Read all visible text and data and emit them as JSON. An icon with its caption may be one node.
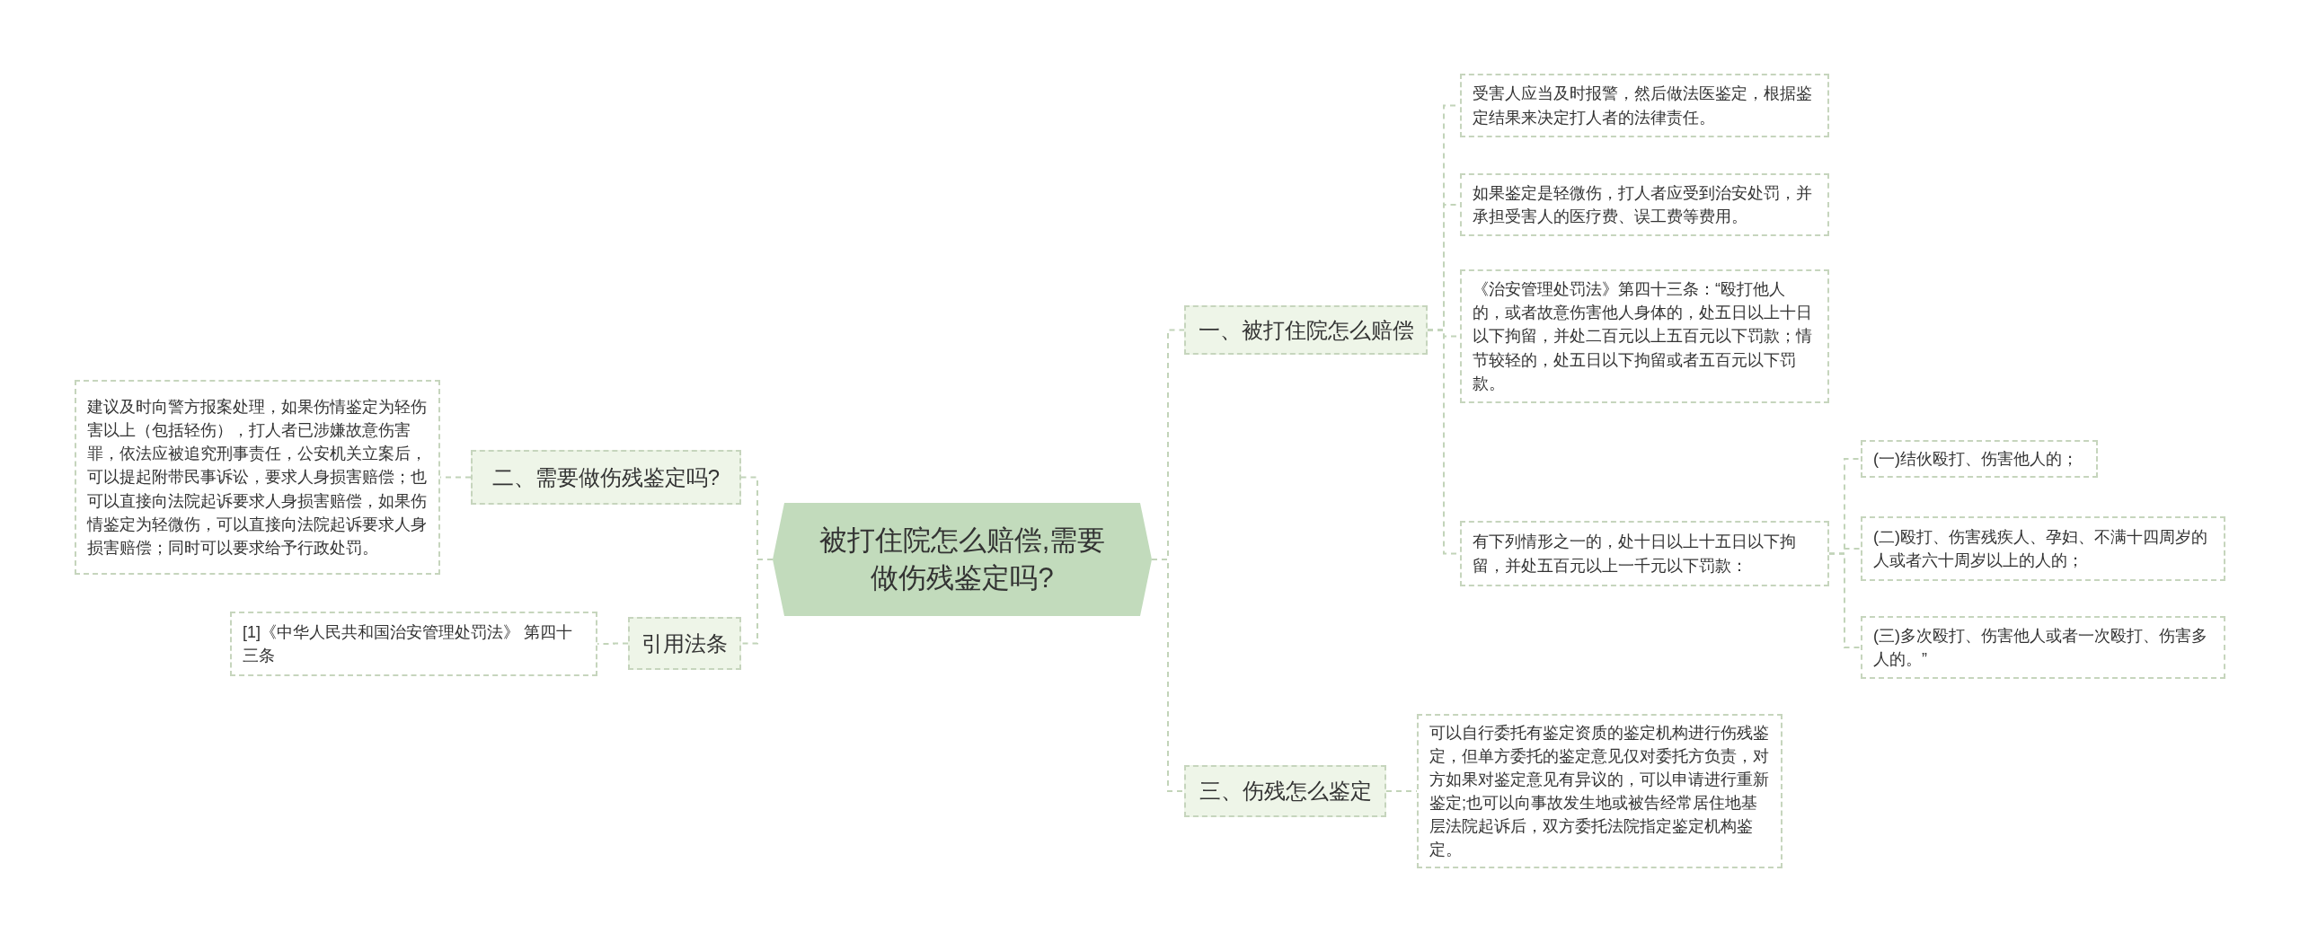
{
  "diagram": {
    "nodes": [
      {
        "text": [
          "被打住院怎么赔偿,需要做伤残鉴定吗?"
        ]
      },
      {
        "text": [
          "一、被打住院怎么赔偿"
        ]
      },
      {
        "text": [
          "受害人应当及时报警，然后做法医鉴定，根据鉴定结果来决定打人者的法律责任。"
        ]
      },
      {
        "text": [
          "如果鉴定是轻微伤，打人者应受到治安处罚，并承担受害人的医疗费、误工费等费用。"
        ]
      },
      {
        "text": [
          "《治安管理处罚法》第四十三条：“殴打他人的，或者故意伤害他人身体的，处五日以上十日以下拘留，并处二百元以上五百元以下罚款；情节较轻的，处五日以下拘留或者五百元以下罚款。"
        ]
      },
      {
        "text": [
          "有下列情形之一的，处十日以上十五日以下拘留，并处五百元以上一千元以下罚款："
        ]
      },
      {
        "text": [
          "(一)结伙殴打、伤害他人的；"
        ]
      },
      {
        "text": [
          "(二)殴打、伤害残疾人、孕妇、不满十四周岁的人或者六十周岁以上的人的；"
        ]
      },
      {
        "text": [
          "(三)多次殴打、伤害他人或者一次殴打、伤害多人的。”"
        ]
      },
      {
        "text": [
          "三、伤残怎么鉴定"
        ]
      },
      {
        "text": [
          "可以自行委托有鉴定资质的鉴定机构进行伤残鉴定，但单方委托的鉴定意见仅对委托方负责，对方如果对鉴定意见有异议的，可以申请进行重新鉴定;也可以向事故发生地或被告经常居住地基层法院起诉后，双方委托法院指定鉴定机构鉴定。"
        ]
      },
      {
        "text": [
          "二、需要做伤残鉴定吗?"
        ]
      },
      {
        "text": [
          "建议及时向警方报案处理，如果伤情鉴定为轻伤害以上（包括轻伤），打人者已涉嫌故意伤害罪，依法应被追究刑事责任，公安机关立案后，可以提起附带民事诉讼，要求人身损害赔偿；也可以直接向法院起诉要求人身损害赔偿，如果伤情鉴定为轻微伤，可以直接向法院起诉要求人身损害赔偿；同时可以要求给予行政处罚。"
        ]
      },
      {
        "text": [
          "引用法条"
        ]
      },
      {
        "text": [
          "[1]《中华人民共和国治安管理处罚法》 第四十三条"
        ]
      }
    ],
    "edges": [
      {
        "from": 0,
        "to": 1,
        "arrow": "none"
      },
      {
        "from": 1,
        "to": 2,
        "arrow": "none"
      },
      {
        "from": 1,
        "to": 3,
        "arrow": "none"
      },
      {
        "from": 1,
        "to": 4,
        "arrow": "none"
      },
      {
        "from": 1,
        "to": 5,
        "arrow": "none"
      },
      {
        "from": 5,
        "to": 6,
        "arrow": "none"
      },
      {
        "from": 5,
        "to": 7,
        "arrow": "none"
      },
      {
        "from": 5,
        "to": 8,
        "arrow": "none"
      },
      {
        "from": 0,
        "to": 9,
        "arrow": "none"
      },
      {
        "from": 9,
        "to": 10,
        "arrow": "none"
      },
      {
        "from": 0,
        "to": 11,
        "arrow": "none"
      },
      {
        "from": 11,
        "to": 12,
        "arrow": "none"
      },
      {
        "from": 0,
        "to": 13,
        "arrow": "none"
      },
      {
        "from": 13,
        "to": 14,
        "arrow": "none"
      }
    ]
  }
}
